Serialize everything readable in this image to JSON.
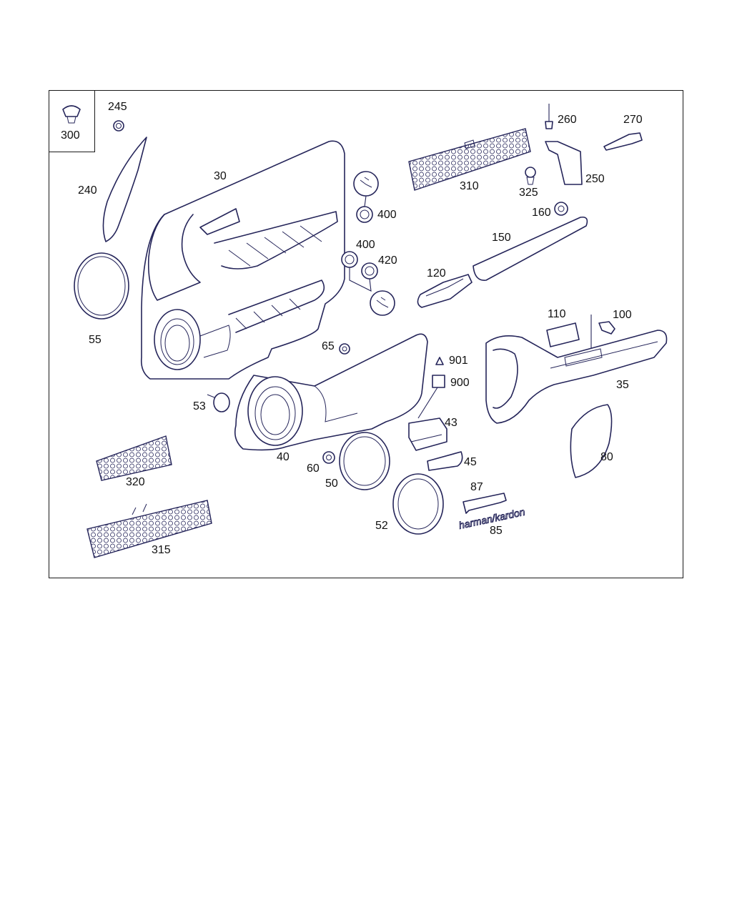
{
  "diagram": {
    "brand_text": "harman/kardon",
    "labels": [
      {
        "key": "245",
        "text": "245"
      },
      {
        "key": "300",
        "text": "300"
      },
      {
        "key": "240",
        "text": "240"
      },
      {
        "key": "30",
        "text": "30"
      },
      {
        "key": "55",
        "text": "55"
      },
      {
        "key": "400a",
        "text": "400"
      },
      {
        "key": "400b",
        "text": "400"
      },
      {
        "key": "420",
        "text": "420"
      },
      {
        "key": "260",
        "text": "260"
      },
      {
        "key": "270",
        "text": "270"
      },
      {
        "key": "310",
        "text": "310"
      },
      {
        "key": "325",
        "text": "325"
      },
      {
        "key": "250",
        "text": "250"
      },
      {
        "key": "160",
        "text": "160"
      },
      {
        "key": "150",
        "text": "150"
      },
      {
        "key": "120",
        "text": "120"
      },
      {
        "key": "110",
        "text": "110"
      },
      {
        "key": "100",
        "text": "100"
      },
      {
        "key": "35",
        "text": "35"
      },
      {
        "key": "65",
        "text": "65"
      },
      {
        "key": "901",
        "text": "901"
      },
      {
        "key": "900",
        "text": "900"
      },
      {
        "key": "53",
        "text": "53"
      },
      {
        "key": "43",
        "text": "43"
      },
      {
        "key": "45",
        "text": "45"
      },
      {
        "key": "40",
        "text": "40"
      },
      {
        "key": "320",
        "text": "320"
      },
      {
        "key": "60",
        "text": "60"
      },
      {
        "key": "50",
        "text": "50"
      },
      {
        "key": "80",
        "text": "80"
      },
      {
        "key": "87",
        "text": "87"
      },
      {
        "key": "85",
        "text": "85"
      },
      {
        "key": "52",
        "text": "52"
      },
      {
        "key": "315",
        "text": "315"
      }
    ]
  }
}
